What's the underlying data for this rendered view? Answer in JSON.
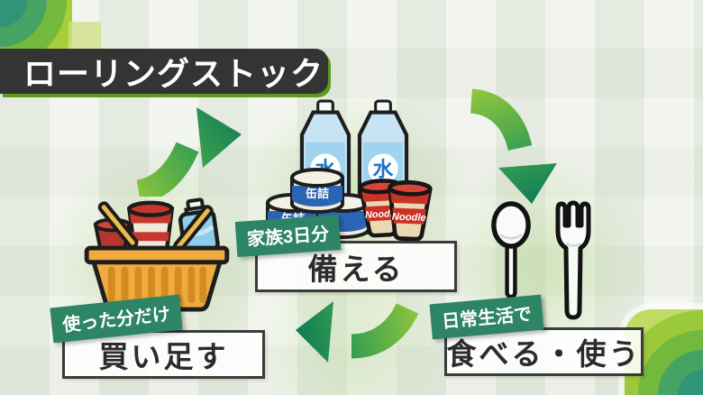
{
  "title": "ローリングストック",
  "cycle_steps": {
    "prepare": {
      "tag": "家族3日分",
      "action": "備える"
    },
    "consume": {
      "tag": "日常生活で",
      "action": "食べる・使う"
    },
    "restock": {
      "tag": "使った分だけ",
      "action": "買い足す"
    }
  },
  "stock_items": {
    "water_label": "水",
    "can_label": "缶詰",
    "noodle_label": "Noodle"
  },
  "colors": {
    "arrow_gradient_start": "#8fc63e",
    "arrow_gradient_end": "#0e7a58",
    "tag_background": "#2d8565",
    "banner_background": "#343434",
    "banner_underline": "#5c9a1d",
    "basket_orange": "#efab3e",
    "water_blue": "#c6e4f4",
    "noodle_red": "#c93227"
  }
}
